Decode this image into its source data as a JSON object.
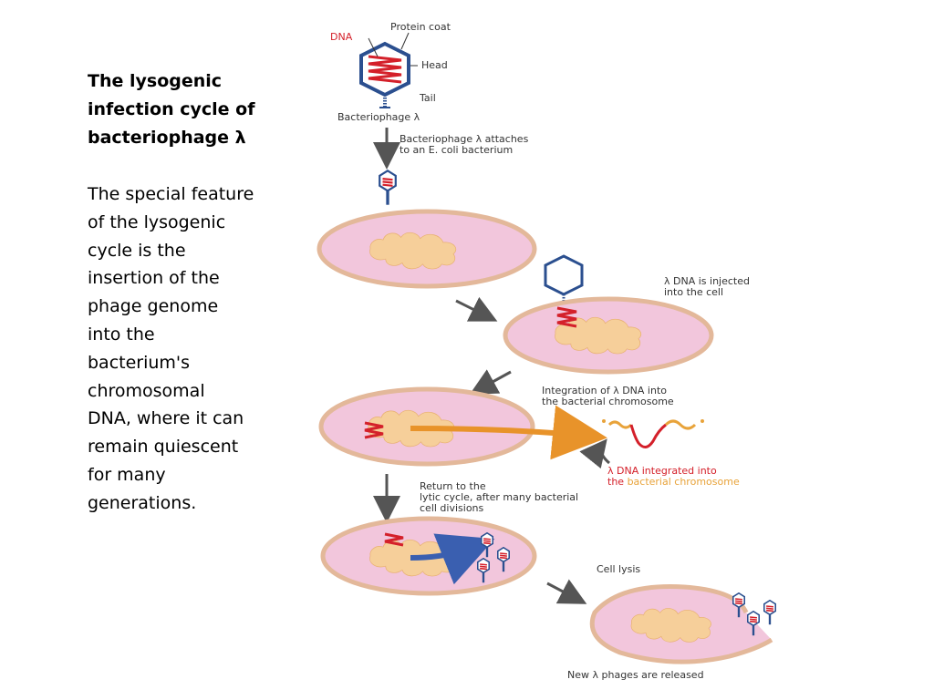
{
  "slide": {
    "title": "The lysogenic\ninfection cycle of\nbacteriophage λ",
    "body": "The special feature\nof the lysogenic\ncycle is the\ninsertion of the\nphage genome\ninto the\nbacterium's\nchromosomal\nDNA, where it can\nremain quiescent\nfor many\ngenerations."
  },
  "diagram": {
    "labels": {
      "dna": "DNA",
      "protein_coat": "Protein coat",
      "head": "Head",
      "tail": "Tail",
      "bacteriophage": "Bacteriophage λ",
      "attach_line1": "Bacteriophage λ attaches",
      "attach_line2": "to an E. coli bacterium",
      "inject_line1": "λ DNA is injected",
      "inject_line2": "into the cell",
      "integration_line1": "Integration of λ DNA into",
      "integration_line2": "the bacterial chromosome",
      "integrated_line1": "λ DNA integrated into",
      "integrated_line2a": "the ",
      "integrated_line2b": "bacterial chromosome",
      "return_line1": "Return to the",
      "return_line2": "lytic cycle, after many bacterial",
      "return_line3": "cell divisions",
      "cell_lysis": "Cell lysis",
      "released": "New λ phages are released"
    },
    "colors": {
      "cell_fill": "#f2c6dc",
      "cell_outline": "#e3b89a",
      "chromosome": "#f6cf9a",
      "phage_dna": "#d4202a",
      "phage_coat": "#2b4f8f",
      "arrow_gray": "#555555",
      "arrow_orange": "#e8932a",
      "arrow_blue": "#3a5fb0"
    }
  }
}
